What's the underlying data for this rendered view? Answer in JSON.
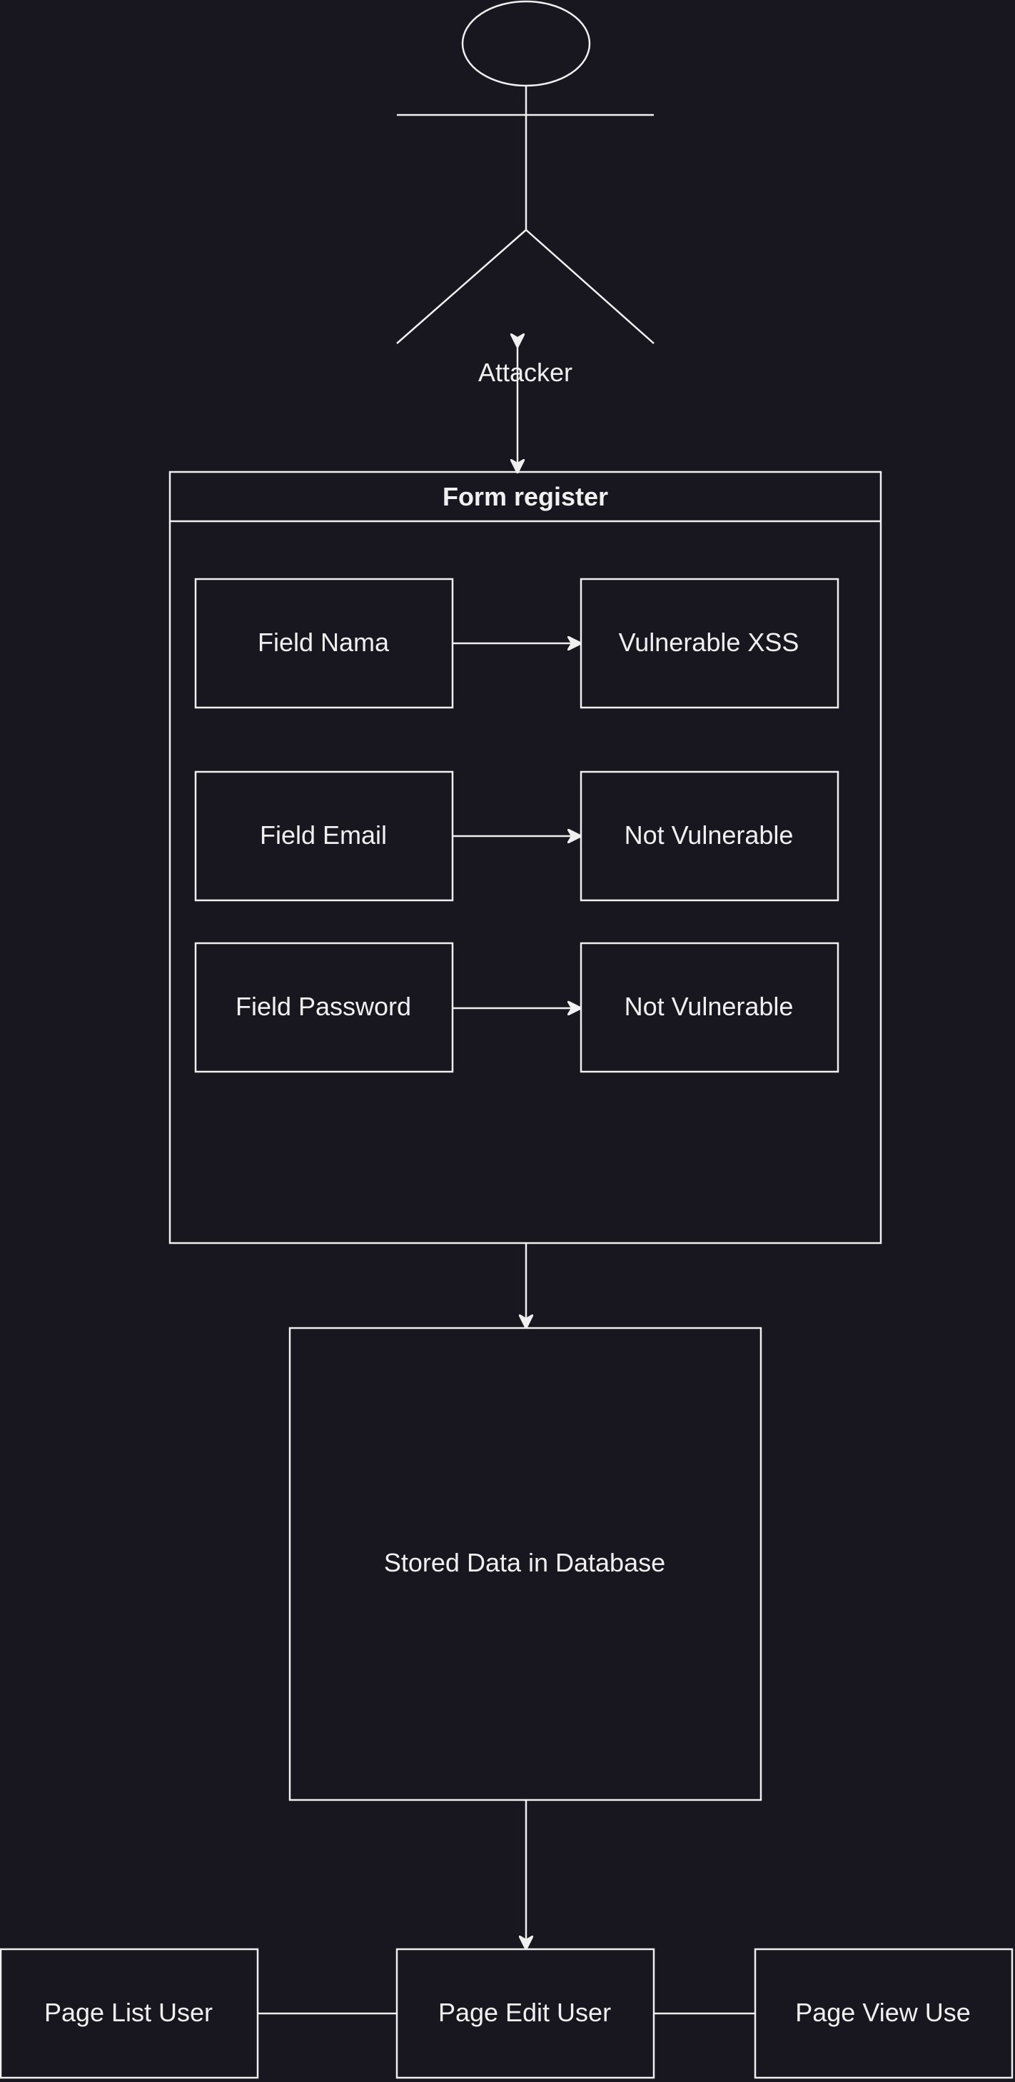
{
  "actor": {
    "label": "Attacker"
  },
  "form": {
    "title": "Form register",
    "fields": [
      {
        "field": "Field Nama",
        "status": "Vulnerable XSS"
      },
      {
        "field": "Field Email",
        "status": "Not Vulnerable"
      },
      {
        "field": "Field Password",
        "status": "Not Vulnerable"
      }
    ]
  },
  "database": {
    "label": "Stored Data in Database"
  },
  "pages": [
    "Page List User",
    "Page Edit User",
    "Page View Use"
  ],
  "colors": {
    "background": "#18161e",
    "stroke": "#f0f0f0",
    "text": "#f0f0f0"
  }
}
